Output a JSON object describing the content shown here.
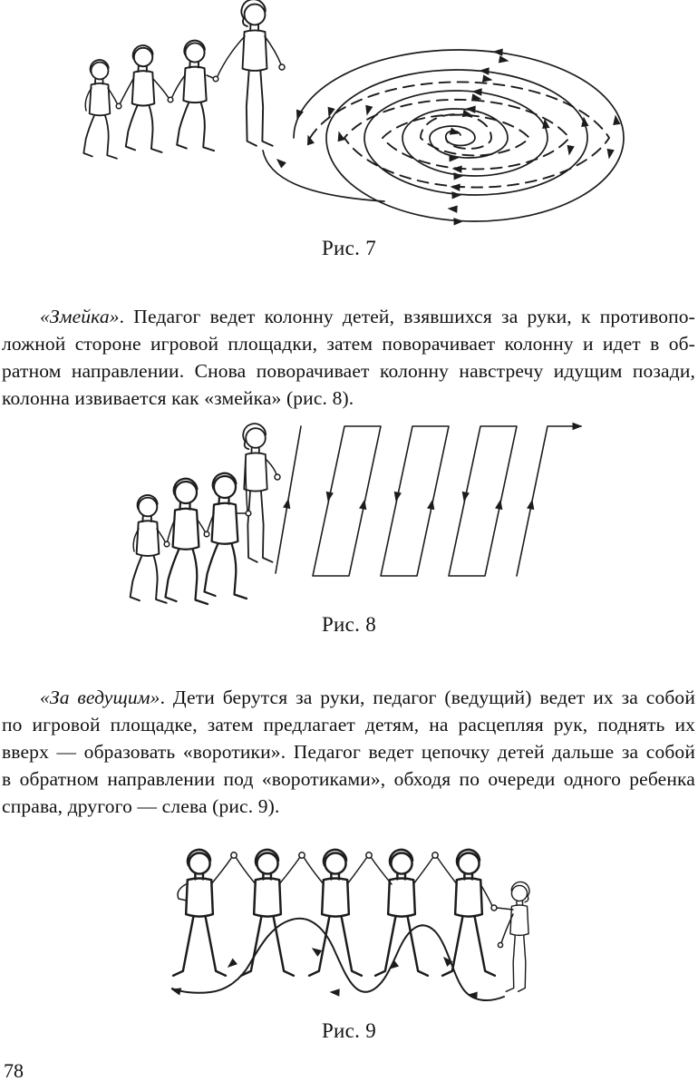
{
  "page": {
    "number": "78",
    "paper_color": "#ffffff",
    "ink_color": "#1c1c1c"
  },
  "figures": {
    "fig7": {
      "caption": "Рис. 7",
      "icon": "spiral-walk-diagram"
    },
    "fig8": {
      "caption": "Рис. 8",
      "icon": "zigzag-walk-diagram"
    },
    "fig9": {
      "caption": "Рис. 9",
      "icon": "gates-wave-walk-diagram"
    }
  },
  "paragraphs": [
    {
      "lead_italic": "«Змейка»",
      "first_line_rest": ". Педагог ведет колонну детей, взявшихся за руки, к противопо-",
      "lines": [
        "ложной стороне игровой площадки, затем поворачивает колонну и идет в об-",
        "ратном направлении. Снова поворачивает колонну навстречу идущим позади,",
        "колонна извивается как «змейка» (рис. 8)."
      ]
    },
    {
      "lead_italic": "«За ведущим»",
      "first_line_rest": ". Дети берутся за руки, педагог (ведущий) ведет их за собой",
      "lines": [
        "по игровой площадке, затем предлагает детям, на расцепляя рук, поднять их",
        "вверх — образовать «воротики». Педагог ведет цепочку детей дальше за собой",
        "в обратном направлении под «воротиками», обходя по очереди одного ребенка",
        "справа, другого — слева (рис. 9)."
      ]
    }
  ]
}
